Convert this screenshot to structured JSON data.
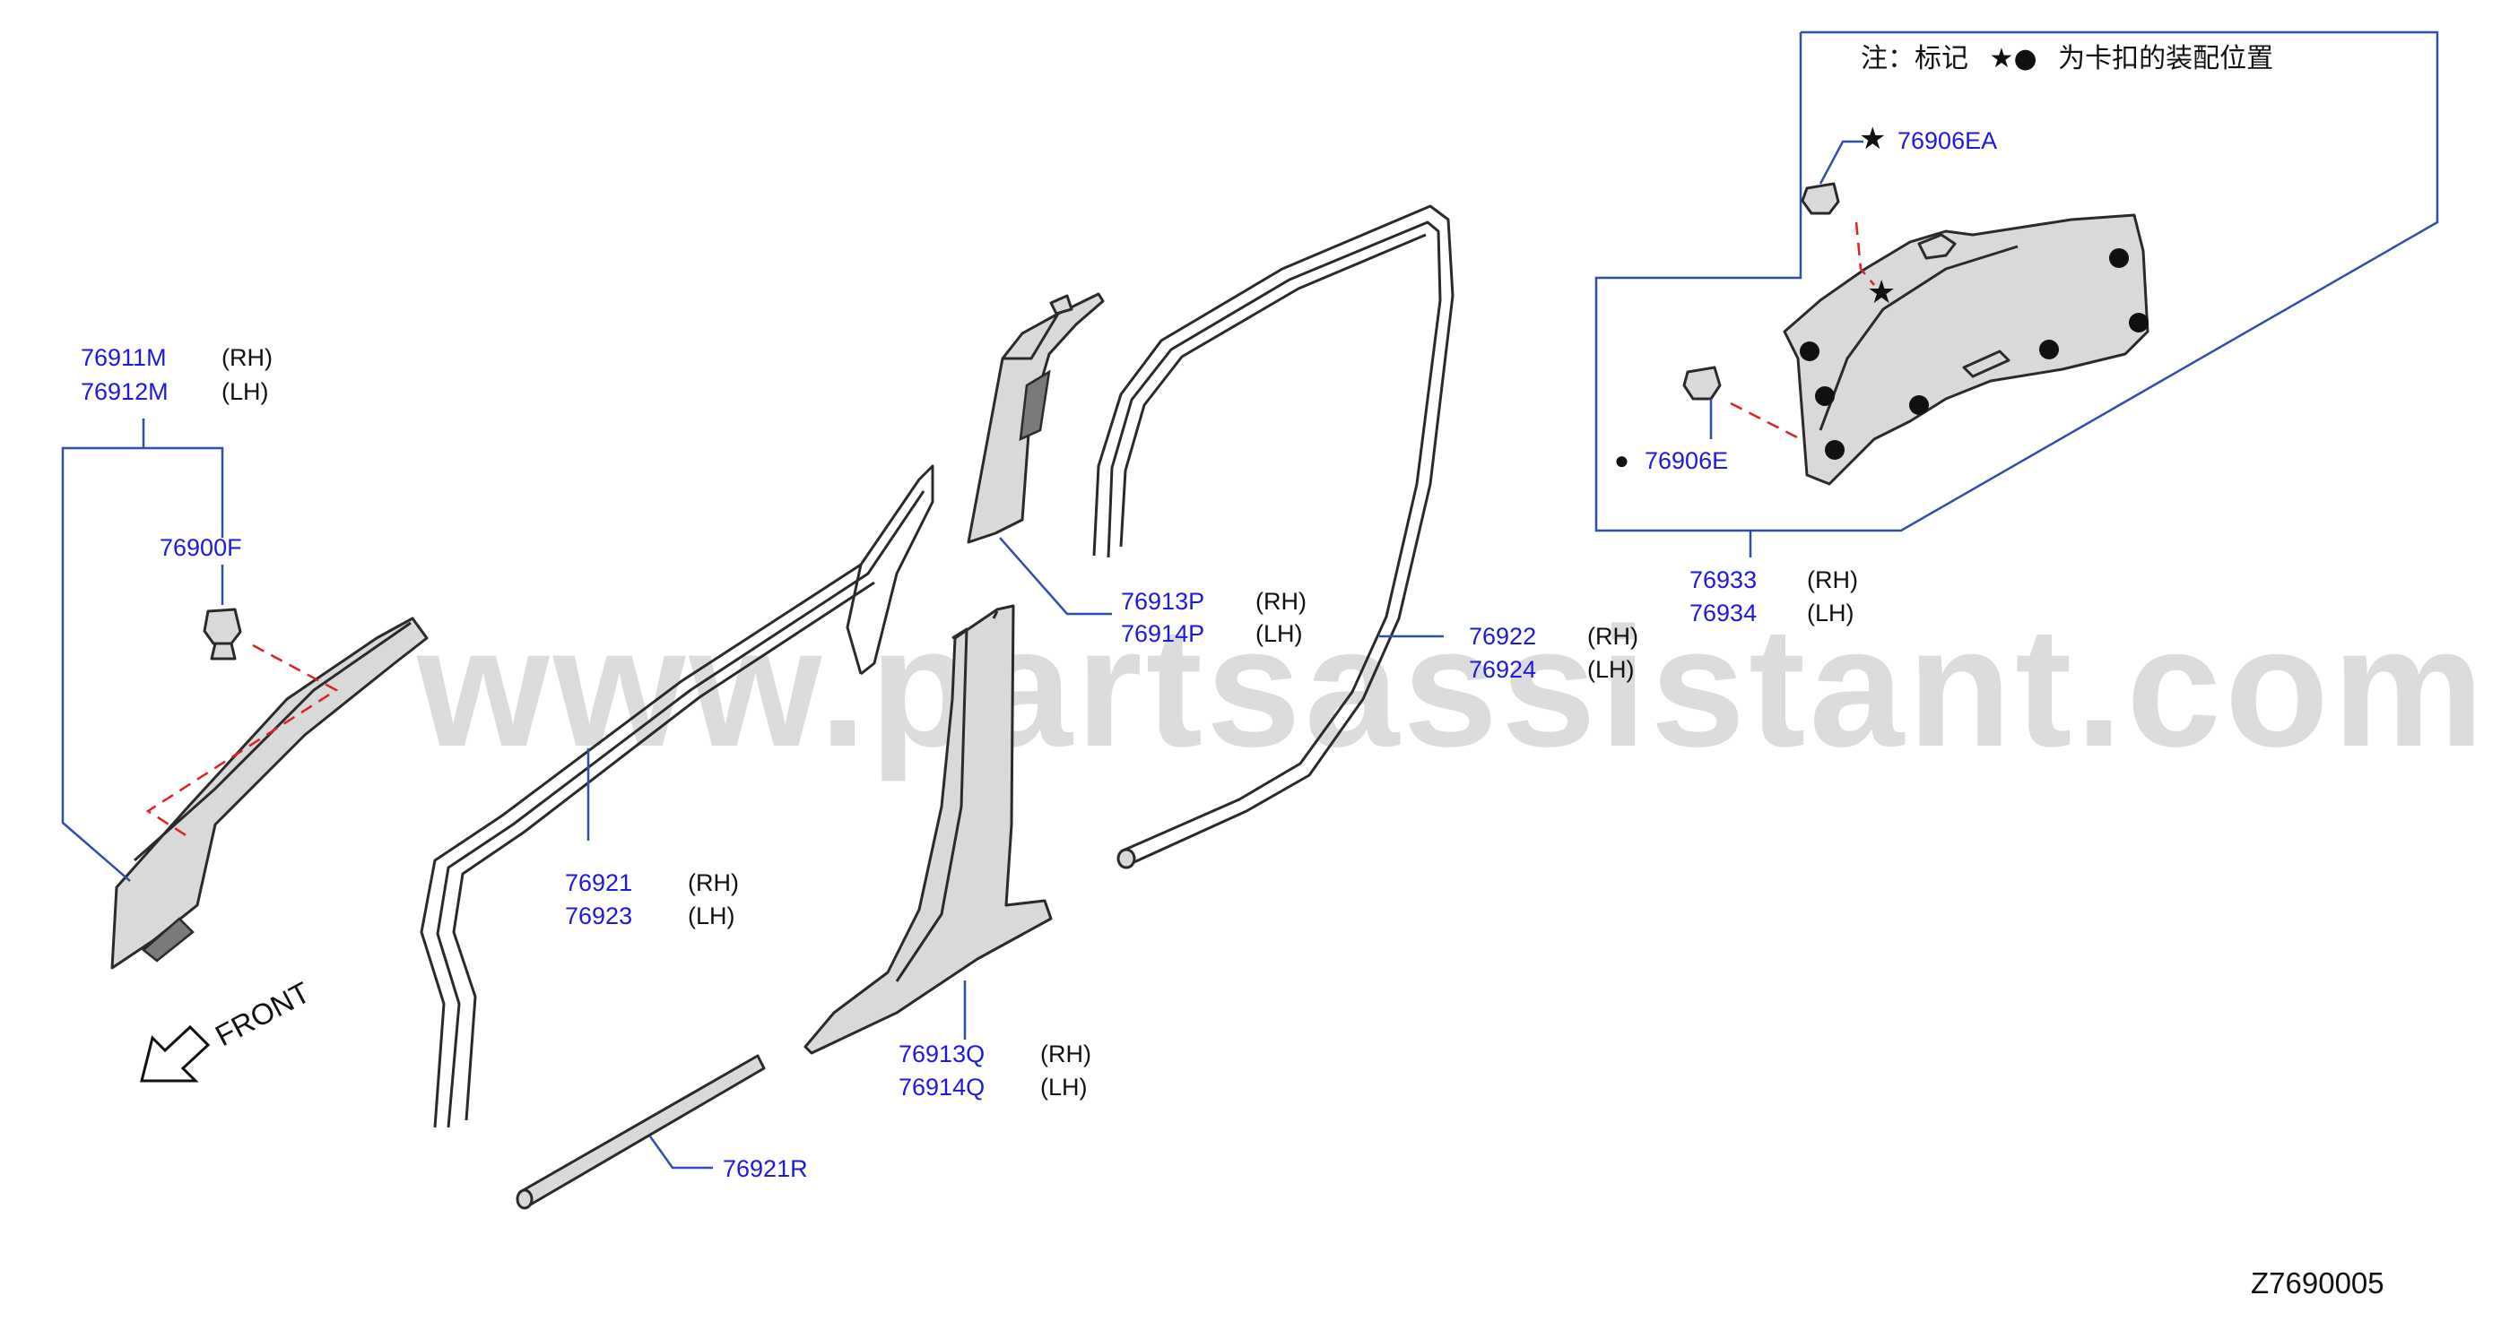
{
  "watermark": "www.partsassistant.com",
  "diagram_code": "Z7690005",
  "front_label": "FRONT",
  "note": {
    "prefix": "注：标记",
    "symbols": "★●",
    "suffix": "为卡扣的装配位置"
  },
  "callouts": {
    "a_pillar": {
      "rh_number": "76911M",
      "rh_side": "(RH)",
      "lh_number": "76912M",
      "lh_side": "(LH)"
    },
    "clip_front": {
      "number": "76900F"
    },
    "b_upper": {
      "rh_number": "76913P",
      "rh_side": "(RH)",
      "lh_number": "76914P",
      "lh_side": "(LH)"
    },
    "rear_weatherstrip": {
      "rh_number": "76922",
      "rh_side": "(RH)",
      "lh_number": "76924",
      "lh_side": "(LH)"
    },
    "front_weatherstrip": {
      "rh_number": "76921",
      "rh_side": "(RH)",
      "lh_number": "76923",
      "lh_side": "(LH)"
    },
    "b_lower": {
      "rh_number": "76913Q",
      "rh_side": "(RH)",
      "lh_number": "76914Q",
      "lh_side": "(LH)"
    },
    "sill_strip": {
      "number": "76921R"
    },
    "rear_trim": {
      "rh_number": "76933",
      "rh_side": "(RH)",
      "lh_number": "76934",
      "lh_side": "(LH)"
    },
    "clip_star": {
      "symbol": "★",
      "number": "76906EA"
    },
    "clip_dot": {
      "symbol": "●",
      "number": "76906E"
    }
  }
}
